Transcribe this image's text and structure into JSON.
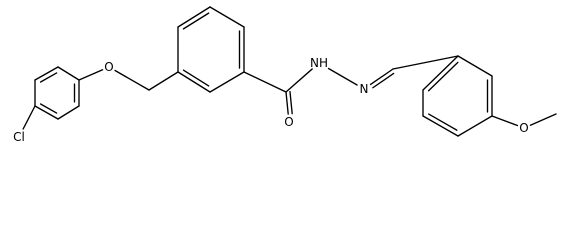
{
  "structure": {
    "atoms": [
      {
        "id": "O_ether",
        "symbol": "O"
      },
      {
        "id": "Cl",
        "symbol": "Cl"
      },
      {
        "id": "O_carbonyl",
        "symbol": "O"
      },
      {
        "id": "NH",
        "symbol": "N",
        "hydrogen": "H"
      },
      {
        "id": "N_imine",
        "symbol": "N"
      },
      {
        "id": "O_methoxy",
        "symbol": "O"
      }
    ],
    "colors": {
      "bond": "#000000",
      "label": "#000000",
      "background": "#ffffff"
    }
  }
}
